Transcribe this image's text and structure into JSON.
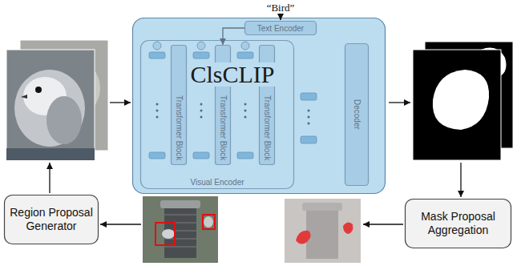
{
  "diagram": {
    "nodes": [
      {
        "text": [
          "ClsCLIP"
        ]
      },
      {
        "text": [
          "Text Encoder"
        ],
        "in": 0
      },
      {
        "text": [
          "Visual Encoder"
        ],
        "in": 0
      },
      {
        "text": [
          "Transformer Block"
        ],
        "in": 2
      },
      {
        "text": [
          "Transformer Block"
        ],
        "in": 2
      },
      {
        "text": [
          "Transformer Block"
        ],
        "in": 2
      },
      {
        "text": [
          "Decoder"
        ],
        "in": 0
      },
      {
        "text": [
          "Region Proposal Generator"
        ]
      },
      {
        "text": [
          "Mask Proposal Aggregation"
        ]
      }
    ],
    "edges": [
      {
        "from": 1,
        "to": 4,
        "arrow": "to"
      }
    ],
    "labels": [
      "“Bird”"
    ]
  }
}
